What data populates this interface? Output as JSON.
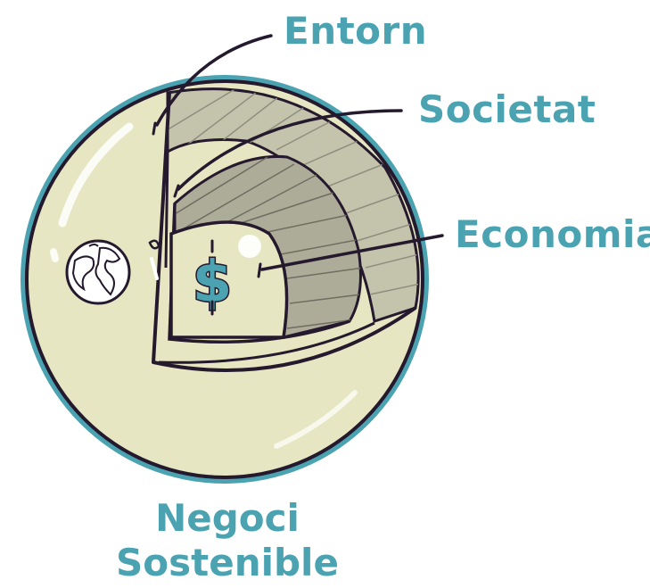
{
  "labels": {
    "environment": "Entorn",
    "society": "Societat",
    "economy": "Economia"
  },
  "title": {
    "line1": "Negoci",
    "line2": "Sostenible"
  },
  "center_symbol": "$",
  "colors": {
    "accent": "#4ba3b1",
    "sphere_fill": "#e6e6c2",
    "outline": "#25192e",
    "shading": "#bdbca6",
    "inner_shading": "#aaa997"
  }
}
